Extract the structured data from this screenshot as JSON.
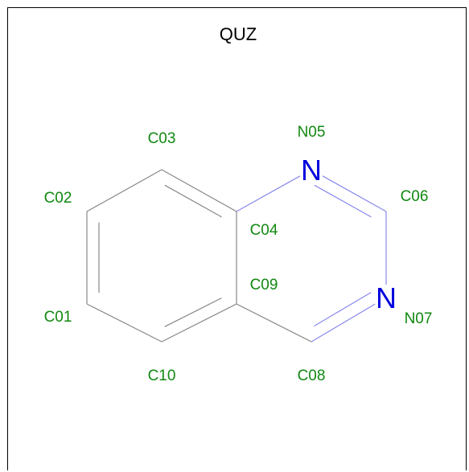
{
  "molecule": {
    "title": "QUZ",
    "colors": {
      "carbon_label": "#118811",
      "nitrogen_label": "#118811",
      "nitrogen_symbol": "#0000dd",
      "bond_cc": "#888888",
      "bond_cn": "#8888ee",
      "title": "#000000"
    },
    "atoms": [
      {
        "id": "C01",
        "element": "C",
        "label": "C01"
      },
      {
        "id": "C02",
        "element": "C",
        "label": "C02"
      },
      {
        "id": "C03",
        "element": "C",
        "label": "C03"
      },
      {
        "id": "C04",
        "element": "C",
        "label": "C04"
      },
      {
        "id": "N05",
        "element": "N",
        "label": "N05",
        "symbol": "N"
      },
      {
        "id": "C06",
        "element": "C",
        "label": "C06"
      },
      {
        "id": "N07",
        "element": "N",
        "label": "N07",
        "symbol": "N"
      },
      {
        "id": "C08",
        "element": "C",
        "label": "C08"
      },
      {
        "id": "C09",
        "element": "C",
        "label": "C09"
      },
      {
        "id": "C10",
        "element": "C",
        "label": "C10"
      }
    ],
    "bonds": [
      {
        "from": "C01",
        "to": "C02",
        "order": 2
      },
      {
        "from": "C02",
        "to": "C03",
        "order": 1
      },
      {
        "from": "C03",
        "to": "C04",
        "order": 2
      },
      {
        "from": "C04",
        "to": "N05",
        "order": 1
      },
      {
        "from": "N05",
        "to": "C06",
        "order": 2
      },
      {
        "from": "C06",
        "to": "N07",
        "order": 1
      },
      {
        "from": "N07",
        "to": "C08",
        "order": 2
      },
      {
        "from": "C08",
        "to": "C09",
        "order": 1
      },
      {
        "from": "C09",
        "to": "C04",
        "order": 1
      },
      {
        "from": "C09",
        "to": "C10",
        "order": 2
      },
      {
        "from": "C10",
        "to": "C01",
        "order": 1
      }
    ]
  }
}
